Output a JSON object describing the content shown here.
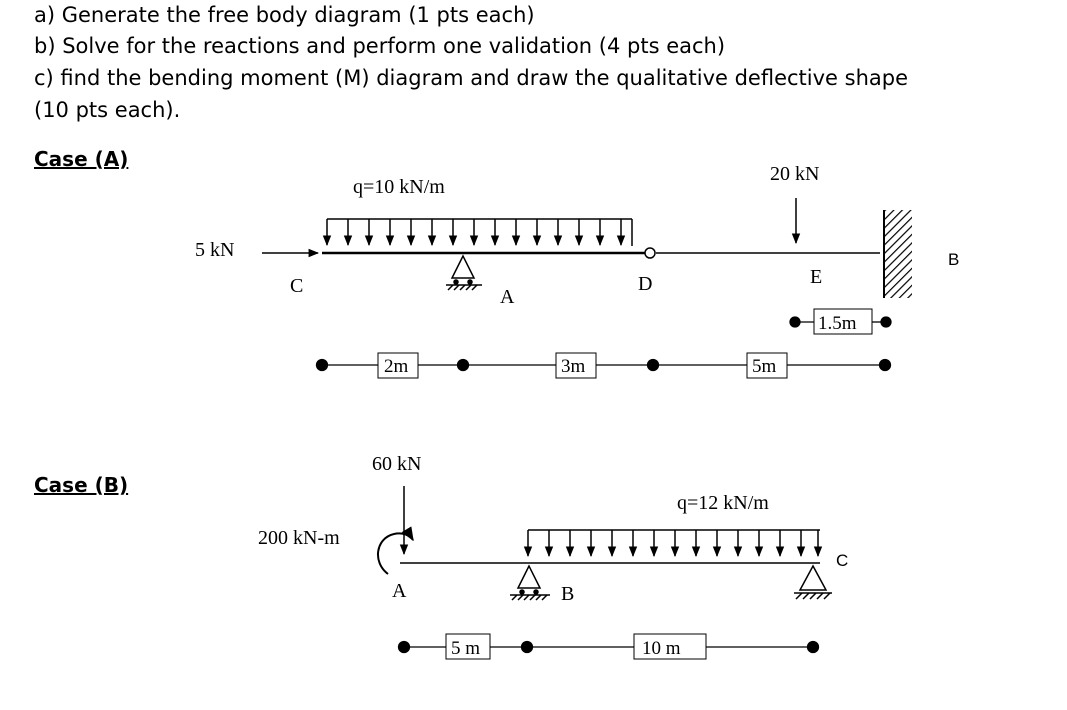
{
  "questions": [
    "a) Generate the free body diagram (1 pts each)",
    "b) Solve for the reactions and perform one validation (4 pts each)",
    "c) find the bending moment (M) diagram and draw the qualitative deflective shape",
    "(10 pts each)."
  ],
  "case_a": {
    "heading": "Case (A)",
    "dist_load": "q=10 kN/m",
    "horizontal_load": "5 kN",
    "point_load": "20 kN",
    "points": {
      "c": "C",
      "a": "A",
      "d": "D",
      "e": "E",
      "b": "B"
    },
    "dims": {
      "d1": "2m",
      "d2": "3m",
      "d3": "5m",
      "e_offset": "1.5m"
    }
  },
  "case_b": {
    "heading": "Case (B)",
    "point_load": "60 kN",
    "moment": "200 kN-m",
    "dist_load": "q=12 kN/m",
    "points": {
      "a": "A",
      "b": "B",
      "c": "C"
    },
    "dims": {
      "d1": "5 m",
      "d2": "10 m"
    }
  }
}
